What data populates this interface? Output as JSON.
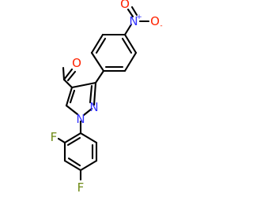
{
  "molecule": {
    "atoms": {
      "aldehyde_o": "O",
      "pyrazole_n2": "N",
      "pyrazole_n1": "N",
      "nitro_n": "N",
      "nitro_o_right": "O",
      "nitro_o_up": "O",
      "fluoro_ortho": "F",
      "fluoro_para": "F"
    },
    "charges": {
      "nitro_n": "+",
      "nitro_o_right": "-"
    },
    "colors": {
      "bond": "#000000",
      "nitrogen": "#3333ff",
      "oxygen": "#ff2200",
      "fluorine": "#6e8a14",
      "hydrogen": "#000000"
    }
  }
}
